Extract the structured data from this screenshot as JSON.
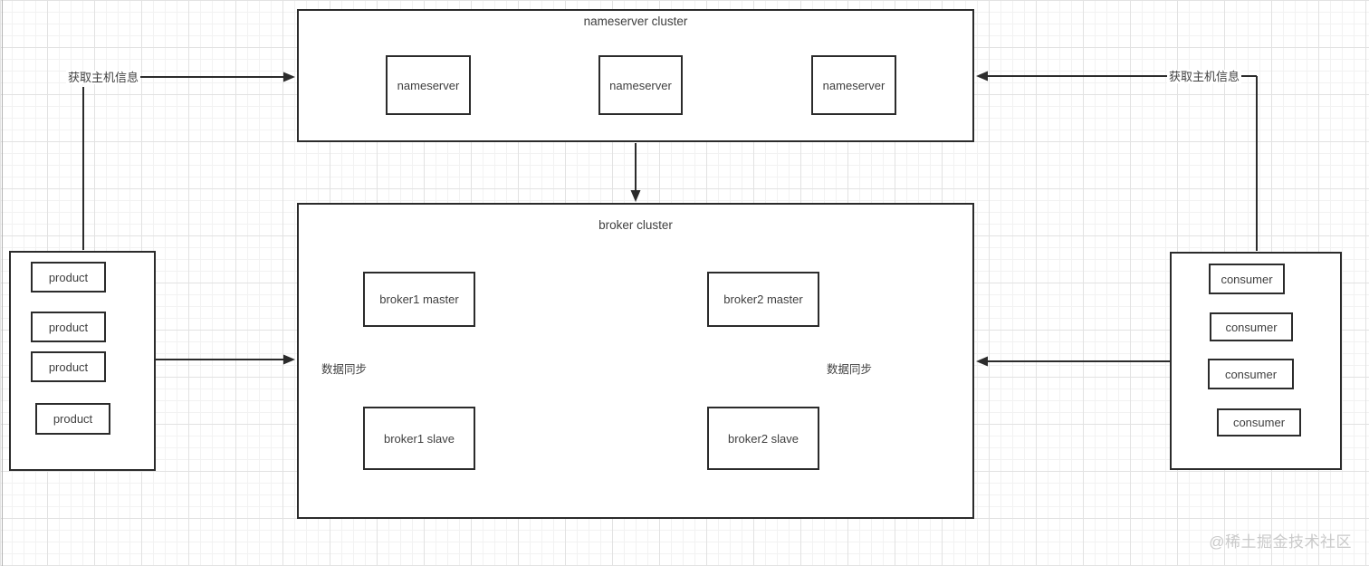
{
  "nameserver_cluster": {
    "title": "nameserver cluster",
    "nodes": [
      "nameserver",
      "nameserver",
      "nameserver"
    ]
  },
  "broker_cluster": {
    "title": "broker cluster",
    "pairs": [
      {
        "master": "broker1 master",
        "slave": "broker1 slave",
        "sync_label": "数据同步"
      },
      {
        "master": "broker2 master",
        "slave": "broker2 slave",
        "sync_label": "数据同步"
      }
    ]
  },
  "producer_group": {
    "nodes": [
      "product",
      "product",
      "product",
      "product"
    ]
  },
  "consumer_group": {
    "nodes": [
      "consumer",
      "consumer",
      "consumer",
      "consumer"
    ]
  },
  "edges": {
    "left_fetch_host_label": "获取主机信息",
    "right_fetch_host_label": "获取主机信息"
  },
  "watermark": "@稀土掘金技术社区",
  "colors": {
    "line": "#2b2b2b",
    "text": "#3f3f3f",
    "grid_minor": "#f2f2f2",
    "grid_major": "#e2e2e2",
    "watermark": "#cacaca",
    "background": "#ffffff"
  }
}
